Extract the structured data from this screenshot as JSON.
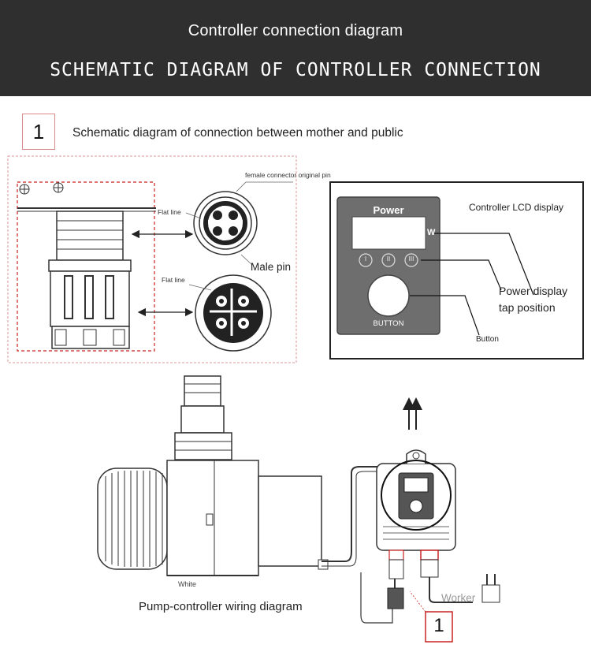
{
  "header": {
    "subtitle": "Controller connection diagram",
    "title": "SCHEMATIC DIAGRAM OF CONTROLLER CONNECTION"
  },
  "section": {
    "number": "1",
    "title": "Schematic diagram of connection between mother and public"
  },
  "connector_panel": {
    "female_label": "female connector original pin",
    "flat_line_top": "Flat line",
    "flat_line_bottom": "Flat line",
    "male_label": "Male pin"
  },
  "controller_panel": {
    "power_label": "Power",
    "unit_label": "W",
    "tap_labels": [
      "I",
      "II",
      "III"
    ],
    "button_label": "BUTTON",
    "lcd_callout": "Controller LCD display",
    "tap_callout_line1": "Power display",
    "tap_callout_line2": "tap position",
    "button_callout": "Button"
  },
  "wiring": {
    "white_label": "White",
    "worker_label": "Worker",
    "caption": "Pump-controller wiring diagram",
    "marker_number": "1"
  },
  "colors": {
    "banner": "#2f2f2f",
    "accent_red": "#cc2222",
    "controller_face": "#6e6e6e"
  }
}
